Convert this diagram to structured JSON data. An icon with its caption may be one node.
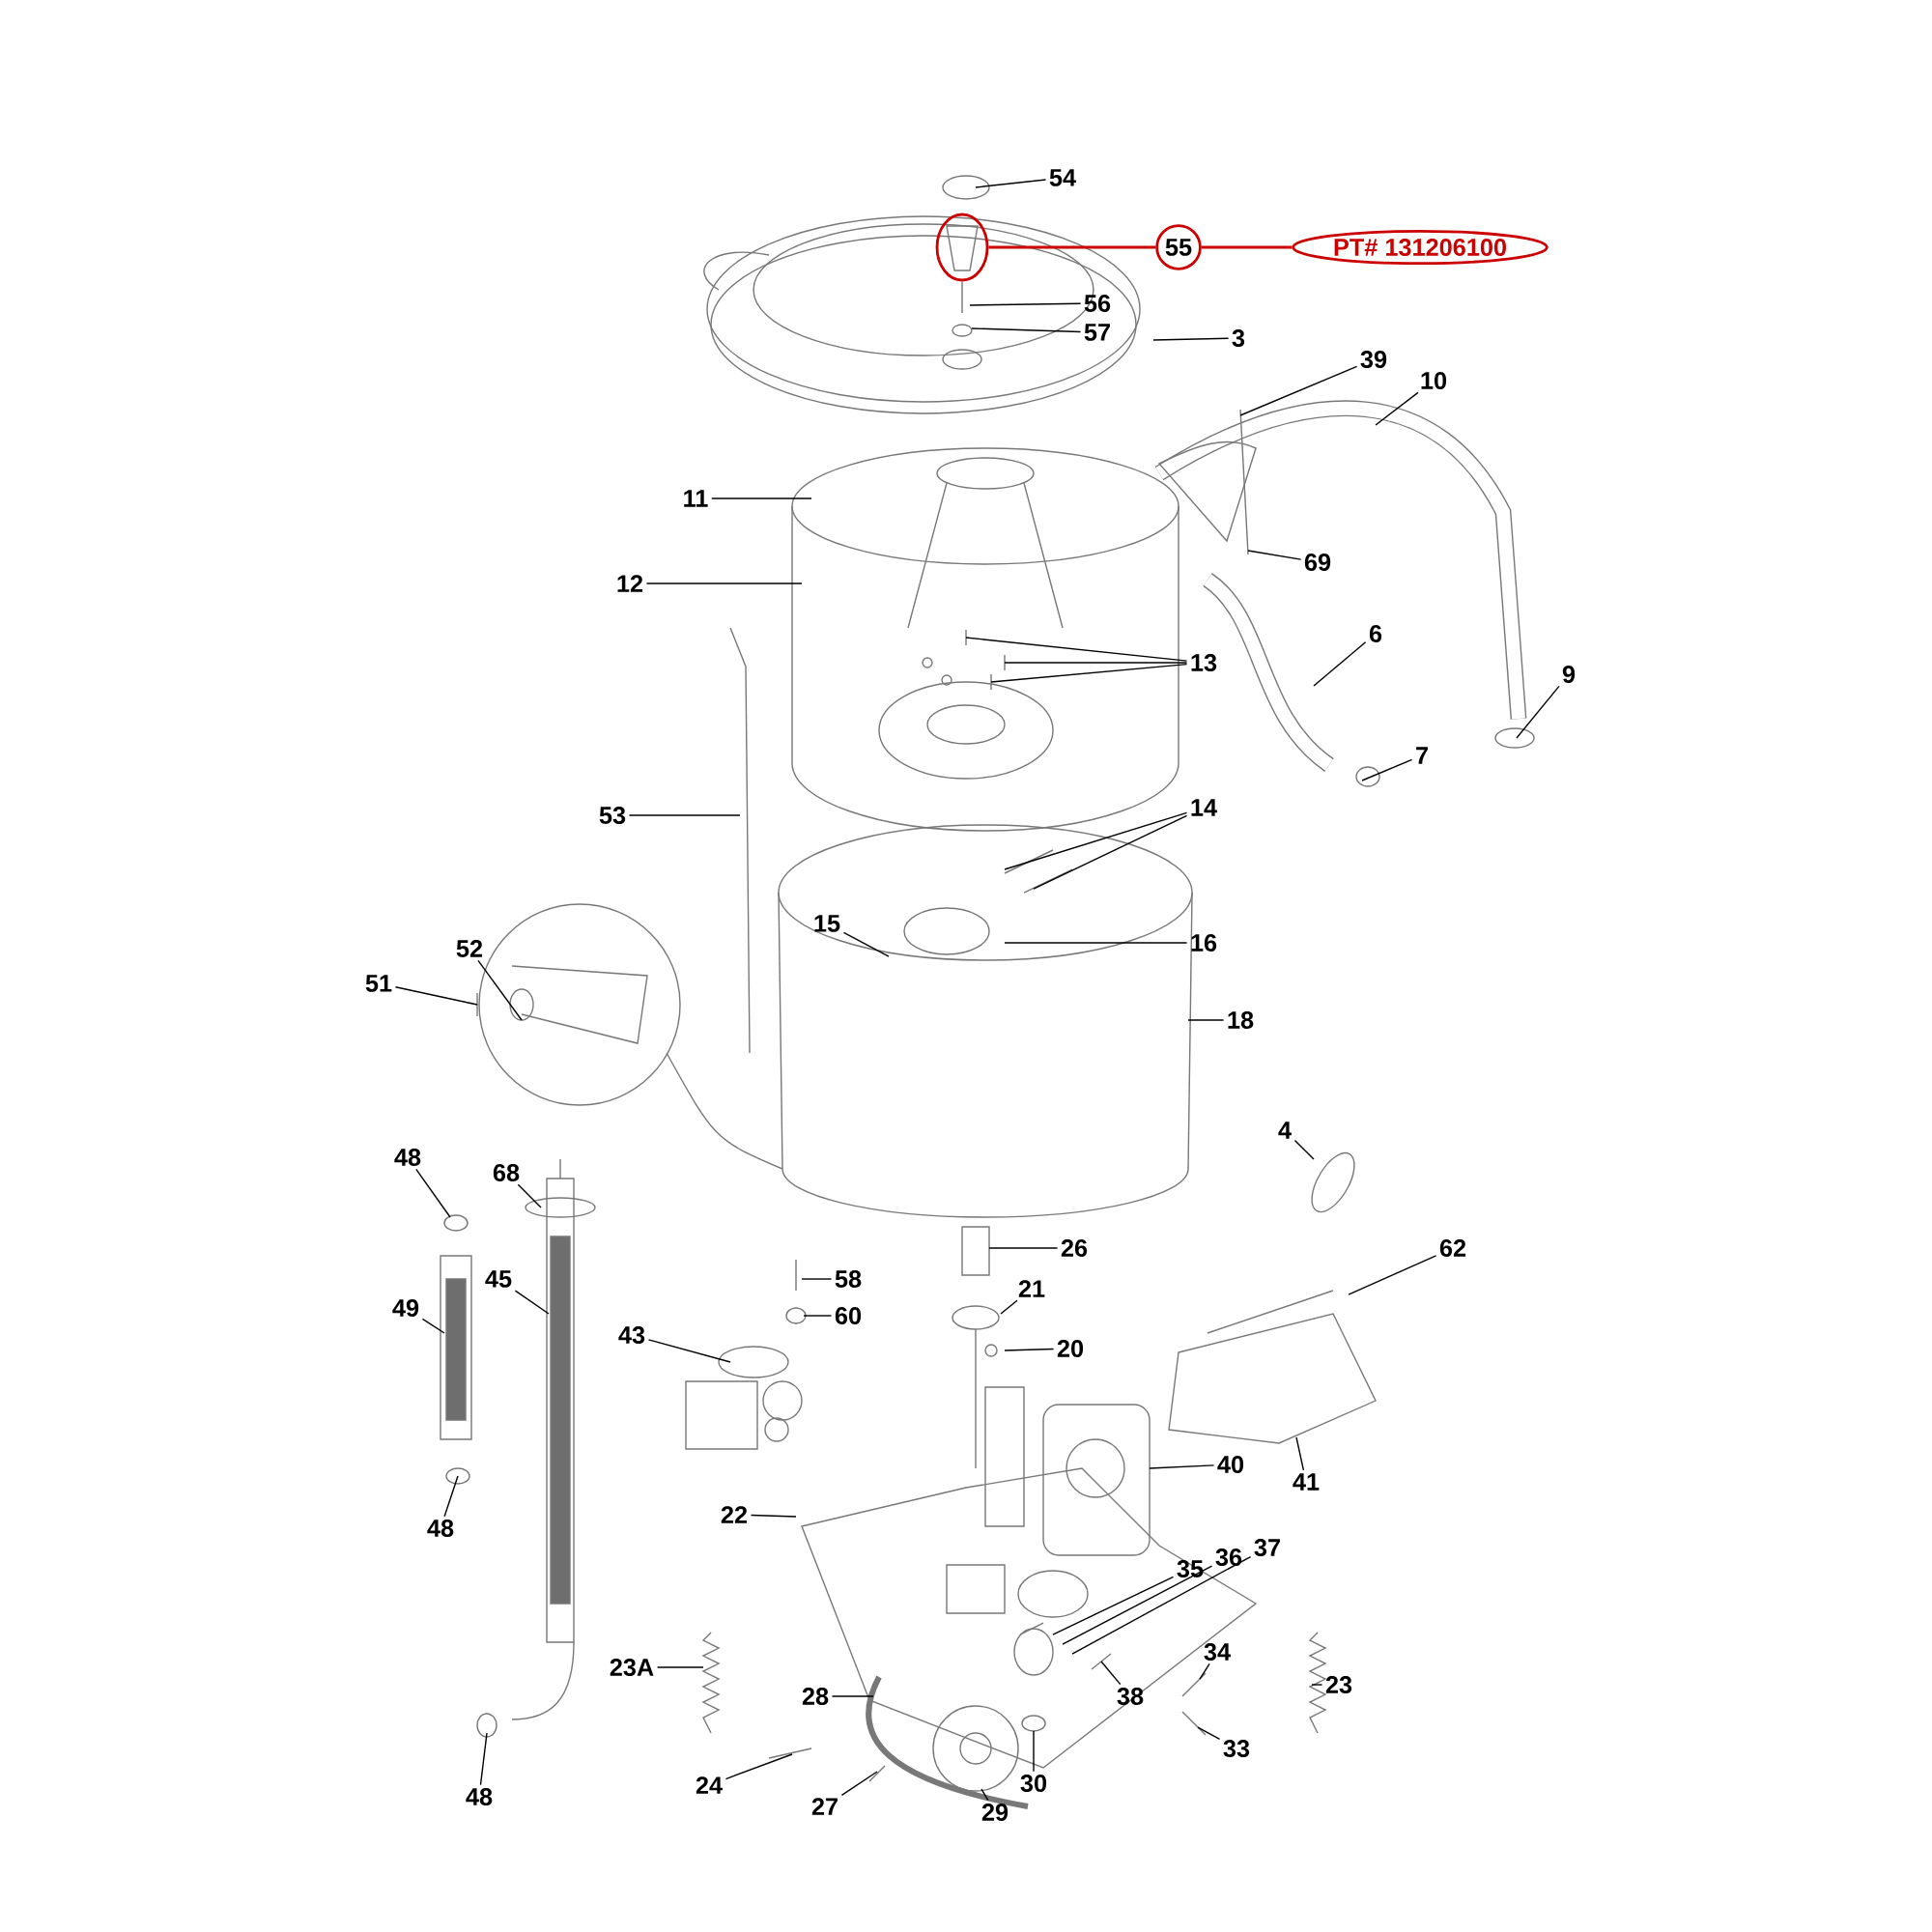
{
  "diagram": {
    "nodes": [
      {
        "text": [
          "54"
        ]
      },
      {
        "text": [],
        "shape": "circle"
      },
      {
        "text": [
          "55"
        ]
      },
      {
        "text": [
          "PT# 131206100"
        ]
      },
      {
        "text": [
          "56"
        ]
      },
      {
        "text": [
          "57"
        ]
      },
      {
        "text": [
          "3"
        ]
      },
      {
        "text": [
          "39"
        ]
      },
      {
        "text": [
          "10"
        ]
      },
      {
        "text": [
          "11"
        ]
      },
      {
        "text": [
          "69"
        ]
      },
      {
        "text": [
          "12"
        ]
      },
      {
        "text": [
          "13"
        ]
      },
      {
        "text": [
          "6"
        ]
      },
      {
        "text": [
          "9"
        ]
      },
      {
        "text": [
          "7"
        ]
      },
      {
        "text": [
          "53"
        ]
      },
      {
        "text": [
          "14"
        ]
      },
      {
        "text": [
          "15"
        ]
      },
      {
        "text": [
          "16"
        ]
      },
      {
        "text": [
          "52"
        ]
      },
      {
        "text": [
          "51"
        ]
      },
      {
        "text": [
          "18"
        ]
      },
      {
        "text": [
          "4"
        ]
      },
      {
        "text": [
          "48"
        ]
      },
      {
        "text": [
          "68"
        ]
      },
      {
        "text": [
          "26"
        ]
      },
      {
        "text": [
          "62"
        ]
      },
      {
        "text": [
          "45"
        ]
      },
      {
        "text": [
          "58"
        ]
      },
      {
        "text": [
          "21"
        ]
      },
      {
        "text": [
          "49"
        ]
      },
      {
        "text": [
          "60"
        ]
      },
      {
        "text": [
          "43"
        ]
      },
      {
        "text": [
          "20"
        ]
      },
      {
        "text": [
          "40"
        ]
      },
      {
        "text": [
          "41"
        ]
      },
      {
        "text": [
          "48"
        ]
      },
      {
        "text": [
          "22"
        ]
      },
      {
        "text": [
          "35"
        ]
      },
      {
        "text": [
          "36"
        ]
      },
      {
        "text": [
          "37"
        ]
      },
      {
        "text": [
          "34"
        ]
      },
      {
        "text": [
          "23A"
        ]
      },
      {
        "text": [
          "38"
        ]
      },
      {
        "text": [
          "23"
        ]
      },
      {
        "text": [
          "28"
        ]
      },
      {
        "text": [
          "33"
        ]
      },
      {
        "text": [
          "24"
        ]
      },
      {
        "text": [
          "27"
        ]
      },
      {
        "text": [
          "30"
        ]
      },
      {
        "text": [
          "29"
        ]
      },
      {
        "text": [
          "48"
        ]
      }
    ],
    "edges": [
      {
        "from": 0,
        "to": null,
        "arrow": "none"
      },
      {
        "from": 1,
        "to": 2,
        "arrow": "none",
        "color": "#cc0000"
      },
      {
        "from": 2,
        "to": 3,
        "arrow": "none",
        "color": "#cc0000"
      },
      {
        "from": 4,
        "to": null,
        "arrow": "none"
      },
      {
        "from": 5,
        "to": null,
        "arrow": "none"
      },
      {
        "from": 6,
        "to": null,
        "arrow": "none"
      },
      {
        "from": 7,
        "to": null,
        "arrow": "none"
      },
      {
        "from": 8,
        "to": null,
        "arrow": "none"
      },
      {
        "from": 9,
        "to": null,
        "arrow": "none"
      },
      {
        "from": 10,
        "to": null,
        "arrow": "none"
      },
      {
        "from": 11,
        "to": null,
        "arrow": "none"
      },
      {
        "from": 12,
        "to": null,
        "arrow": "none"
      },
      {
        "from": 12,
        "to": null,
        "arrow": "none"
      },
      {
        "from": 12,
        "to": null,
        "arrow": "none"
      },
      {
        "from": 13,
        "to": null,
        "arrow": "none"
      },
      {
        "from": 14,
        "to": null,
        "arrow": "none"
      },
      {
        "from": 15,
        "to": null,
        "arrow": "none"
      },
      {
        "from": 16,
        "to": null,
        "arrow": "none"
      },
      {
        "from": 17,
        "to": null,
        "arrow": "none"
      },
      {
        "from": 17,
        "to": null,
        "arrow": "none"
      },
      {
        "from": 18,
        "to": null,
        "arrow": "none"
      },
      {
        "from": 19,
        "to": null,
        "arrow": "none"
      },
      {
        "from": 20,
        "to": null,
        "arrow": "none"
      },
      {
        "from": 21,
        "to": null,
        "arrow": "none"
      },
      {
        "from": 22,
        "to": null,
        "arrow": "none"
      },
      {
        "from": 23,
        "to": null,
        "arrow": "none"
      },
      {
        "from": 24,
        "to": null,
        "arrow": "none"
      },
      {
        "from": 25,
        "to": null,
        "arrow": "none"
      },
      {
        "from": 26,
        "to": null,
        "arrow": "none"
      },
      {
        "from": 27,
        "to": null,
        "arrow": "none"
      },
      {
        "from": 28,
        "to": null,
        "arrow": "none"
      },
      {
        "from": 29,
        "to": null,
        "arrow": "none"
      },
      {
        "from": 30,
        "to": null,
        "arrow": "none"
      },
      {
        "from": 31,
        "to": null,
        "arrow": "none"
      },
      {
        "from": 32,
        "to": null,
        "arrow": "none"
      },
      {
        "from": 33,
        "to": null,
        "arrow": "none"
      },
      {
        "from": 34,
        "to": null,
        "arrow": "none"
      },
      {
        "from": 35,
        "to": null,
        "arrow": "none"
      },
      {
        "from": 36,
        "to": null,
        "arrow": "none"
      },
      {
        "from": 37,
        "to": null,
        "arrow": "none"
      },
      {
        "from": 38,
        "to": null,
        "arrow": "none"
      },
      {
        "from": 39,
        "to": null,
        "arrow": "none"
      },
      {
        "from": 40,
        "to": null,
        "arrow": "none"
      },
      {
        "from": 41,
        "to": null,
        "arrow": "none"
      },
      {
        "from": 42,
        "to": null,
        "arrow": "none"
      },
      {
        "from": 43,
        "to": null,
        "arrow": "none"
      },
      {
        "from": 44,
        "to": null,
        "arrow": "none"
      },
      {
        "from": 45,
        "to": null,
        "arrow": "none"
      },
      {
        "from": 46,
        "to": null,
        "arrow": "none"
      },
      {
        "from": 47,
        "to": null,
        "arrow": "none"
      },
      {
        "from": 48,
        "to": null,
        "arrow": "none"
      },
      {
        "from": 49,
        "to": null,
        "arrow": "none"
      },
      {
        "from": 50,
        "to": null,
        "arrow": "none"
      },
      {
        "from": 51,
        "to": null,
        "arrow": "none"
      },
      {
        "from": 52,
        "to": null,
        "arrow": "none"
      }
    ]
  }
}
